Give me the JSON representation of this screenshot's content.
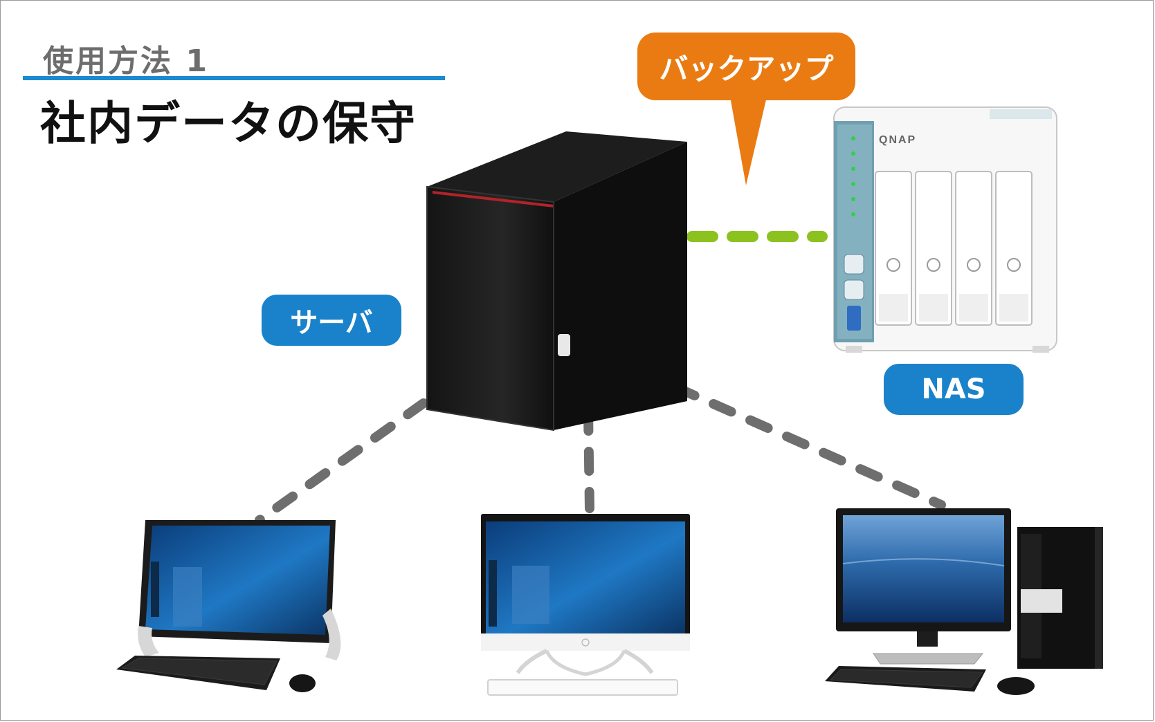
{
  "diagram": {
    "subtitle": "使用方法 1",
    "title": "社内データの保守",
    "labels": {
      "server": "サーバ",
      "nas": "NAS",
      "backup": "バックアップ"
    },
    "nas_brand": "QNAP"
  },
  "colors": {
    "accent_blue": "#1a82cb",
    "rule_blue": "#1a8ad1",
    "backup_orange": "#ea7b12",
    "backup_link_green": "#8cc21f",
    "lan_link_gray": "#6e6e6e"
  }
}
